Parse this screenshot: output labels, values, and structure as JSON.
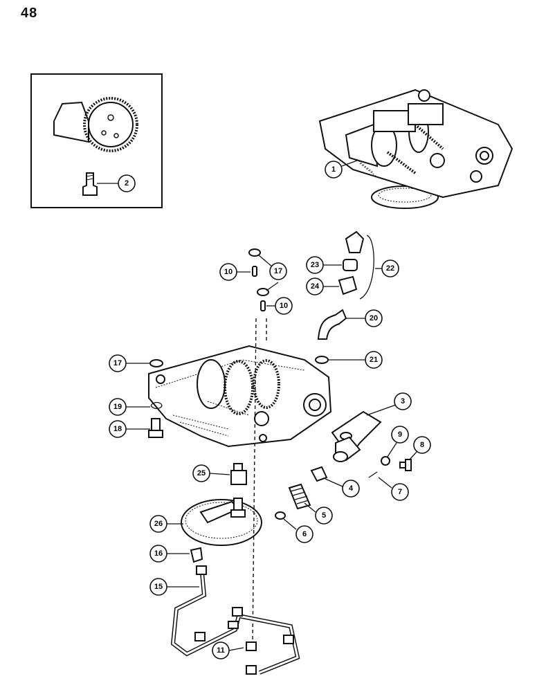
{
  "page": {
    "number": "48"
  },
  "callouts": {
    "c1": "1",
    "c2": "2",
    "c3": "3",
    "c4": "4",
    "c5": "5",
    "c6": "6",
    "c7": "7",
    "c8": "8",
    "c9": "9",
    "c10a": "10",
    "c10b": "10",
    "c11": "11",
    "c15": "15",
    "c16": "16",
    "c17a": "17",
    "c17b": "17",
    "c18": "18",
    "c19": "19",
    "c20": "20",
    "c21": "21",
    "c22": "22",
    "c23": "23",
    "c24": "24",
    "c25": "25",
    "c26": "26"
  }
}
